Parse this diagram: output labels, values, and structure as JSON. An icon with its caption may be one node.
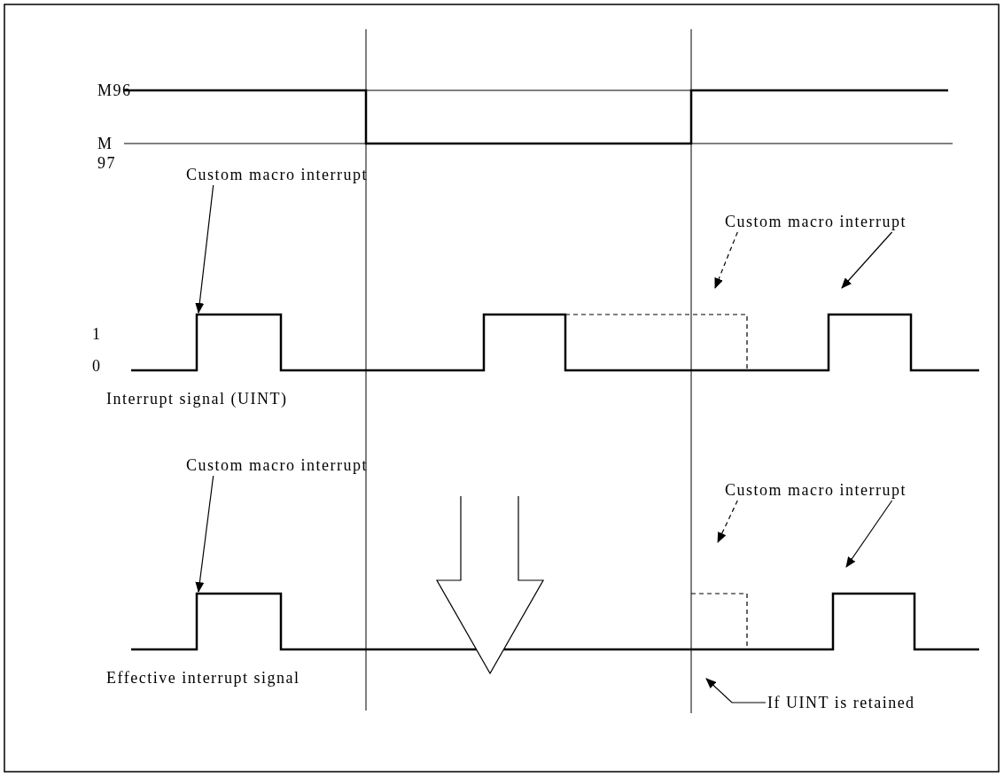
{
  "diagram": {
    "nodes": [
      {
        "text": [
          "Custom macro interrupt"
        ]
      },
      {
        "text": [
          "Custom macro interrupt"
        ]
      },
      {
        "text": [
          "Custom macro interrupt"
        ]
      },
      {
        "text": [
          "Custom macro interrupt"
        ]
      },
      {
        "text": [
          "If UINT is retained"
        ]
      }
    ],
    "edges": [
      {
        "from": 0,
        "to": null,
        "arrow": "to"
      },
      {
        "from": 1,
        "to": null,
        "arrow": "to",
        "style": "dashed"
      },
      {
        "from": 1,
        "to": null,
        "arrow": "to"
      },
      {
        "from": 3,
        "to": null,
        "arrow": "to"
      },
      {
        "from": 2,
        "to": null,
        "arrow": "to",
        "style": "dashed"
      },
      {
        "from": 2,
        "to": null,
        "arrow": "to"
      },
      {
        "from": 4,
        "to": null,
        "arrow": "to"
      }
    ],
    "labels": [
      "M96",
      "M97",
      "1",
      "0",
      "Interrupt signal (UINT)",
      "Effective interrupt signal"
    ]
  }
}
